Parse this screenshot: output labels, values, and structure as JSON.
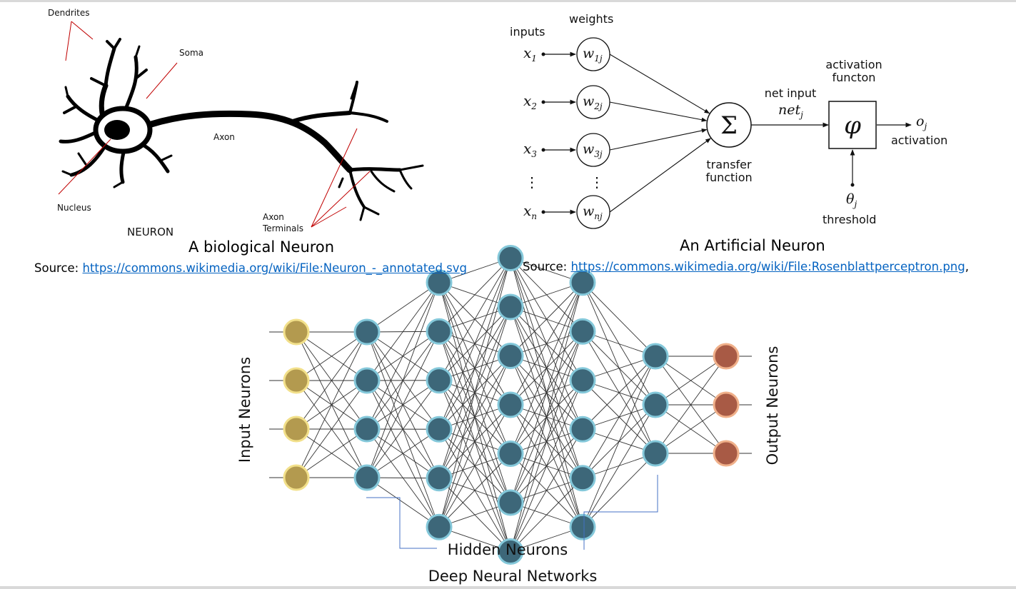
{
  "biological": {
    "labels": {
      "dendrites": "Dendrites",
      "soma": "Soma",
      "axon": "Axon",
      "nucleus": "Nucleus",
      "axon_terminals_1": "Axon",
      "axon_terminals_2": "Terminals",
      "neuron": "NEURON"
    },
    "caption": "A biological Neuron",
    "source_prefix": "Source: ",
    "source_link": "https://commons.wikimedia.org/wiki/File:Neuron_-_annotated.svg"
  },
  "artificial": {
    "labels": {
      "inputs": "inputs",
      "weights": "weights",
      "net_input": "net input",
      "net_var": "net",
      "net_sub": "j",
      "activation_functon_1": "activation",
      "activation_functon_2": "functon",
      "activation": "activation",
      "transfer_1": "transfer",
      "transfer_2": "function",
      "threshold": "threshold",
      "sigma": "Σ",
      "phi": "φ",
      "theta": "θ",
      "theta_sub": "j",
      "output": "o",
      "output_sub": "j",
      "vdots": "⋮"
    },
    "inputs": [
      {
        "x": "x",
        "xsub": "1",
        "w": "w",
        "wsub": "1j"
      },
      {
        "x": "x",
        "xsub": "2",
        "w": "w",
        "wsub": "2j"
      },
      {
        "x": "x",
        "xsub": "3",
        "w": "w",
        "wsub": "3j"
      },
      {
        "x": "x",
        "xsub": "n",
        "w": "w",
        "wsub": "nj"
      }
    ],
    "caption": "An Artificial Neuron",
    "source_prefix": "Source: ",
    "source_link": "https://commons.wikimedia.org/wiki/File:Rosenblattperceptron.png",
    "source_suffix": ","
  },
  "network": {
    "layers": [
      4,
      4,
      6,
      7,
      6,
      3,
      3
    ],
    "input_label": "Input Neurons",
    "output_label": "Output Neurons",
    "hidden_label": "Hidden Neurons",
    "caption": "Deep Neural Networks",
    "colors": {
      "input_fill": "#b39a4f",
      "input_ring": "#f2e08a",
      "hidden_fill": "#3d6779",
      "hidden_ring": "#84c8da",
      "output_fill": "#a85a45",
      "output_ring": "#f0b08a",
      "edge": "#333333",
      "bracket": "#4472c4"
    }
  }
}
